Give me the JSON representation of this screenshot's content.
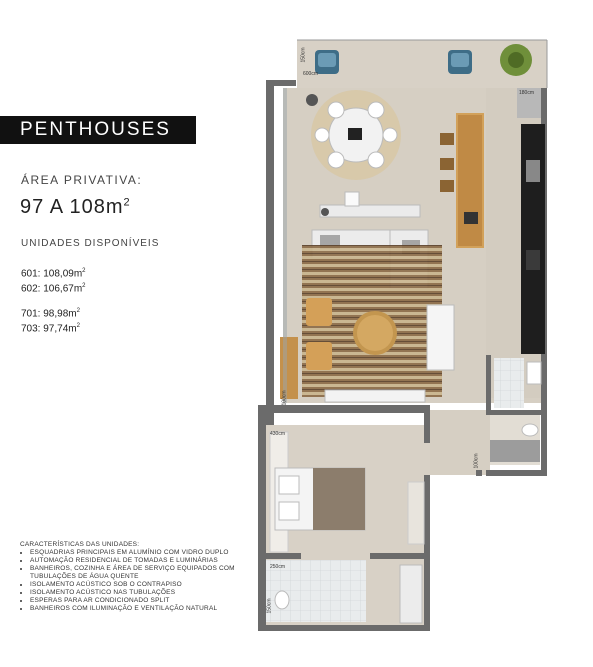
{
  "header": {
    "title": "PENTHOUSES"
  },
  "area": {
    "label": "ÁREA PRIVATIVA:",
    "value": "97 A 108m",
    "unit_sup": "2"
  },
  "units": {
    "label": "UNIDADES DISPONÍVEIS",
    "group1": [
      {
        "code": "601:",
        "size": "108,09m",
        "sup": "2"
      },
      {
        "code": "602:",
        "size": "106,67m",
        "sup": "2"
      }
    ],
    "group2": [
      {
        "code": "701:",
        "size": "98,98m",
        "sup": "2"
      },
      {
        "code": "703:",
        "size": "97,74m",
        "sup": "2"
      }
    ]
  },
  "features": {
    "title": "CARACTERÍSTICAS DAS UNIDADES:",
    "items": [
      "ESQUADRIAS PRINCIPAIS EM ALUMÍNIO COM VIDRO DUPLO",
      "AUTOMAÇÃO RESIDENCIAL DE TOMADAS E LUMINÁRIAS",
      "BANHEIROS, COZINHA E ÁREA DE SERVIÇO EQUIPADOS COM TUBULAÇÕES DE ÁGUA QUENTE",
      "ISOLAMENTO ACÚSTICO SOB O CONTRAPISO",
      "ISOLAMENTO ACÚSTICO NAS TUBULAÇÕES",
      "ESPERAS PARA AR CONDICIONADO SPLIT",
      "BANHEIROS COM ILUMINAÇÃO E VENTILAÇÃO NATURAL"
    ]
  },
  "plan_labels": {
    "balcony": "600cm",
    "balcony_h": "150cm",
    "kitchen": "180cm",
    "closet1": "430cm",
    "hall": "100cm",
    "bath": "250cm",
    "bath_h": "150cm",
    "service": "100cm"
  }
}
